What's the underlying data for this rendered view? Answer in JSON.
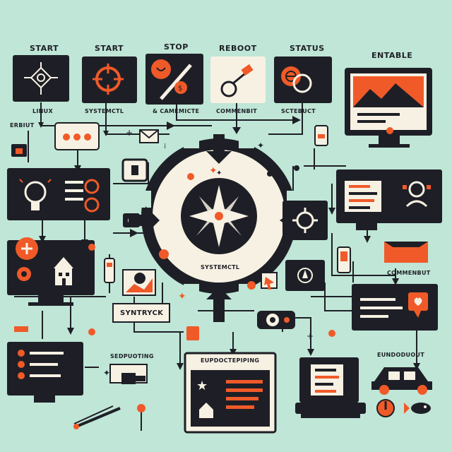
{
  "colors": {
    "background": "#bfe6d6",
    "dark": "#1e1f26",
    "accent": "#f05a28",
    "cream": "#f7f1e3"
  },
  "top_labels": {
    "start_1": "START",
    "start_2": "START",
    "stop": "STOP",
    "reboot": "REBOOT",
    "status": "STATUS",
    "entable": "ENTABLE"
  },
  "sub_labels": {
    "linux": "LINUX",
    "systemctl": "SYSTEMCTL",
    "cammeicte": "& CAMEMICTE",
    "commenbit": "COMMENBIT",
    "sctebuct": "SCTEBUCT"
  },
  "side_labels": {
    "erbiut": "ERBIUT",
    "systemctl_center": "SYSTEMCTL",
    "commenbut": "COMMENBUT",
    "syntryck": "SYNTRYCK",
    "sedpuoting": "SEDPUOTING",
    "eupdoctepiping": "EUPDOCTEPIPING",
    "eundoduout": "EUNDODUOUT"
  },
  "icons": [
    "network-node-icon",
    "target-icon",
    "stop-wrench-icon",
    "reboot-key-icon",
    "status-gauge-icon",
    "monitor-mountain-icon",
    "chat-bubble-icon",
    "lightbulb-icon",
    "gear-icon",
    "cursor-icon",
    "house-icon",
    "car-icon",
    "heart-chat-icon",
    "fish-icon"
  ]
}
